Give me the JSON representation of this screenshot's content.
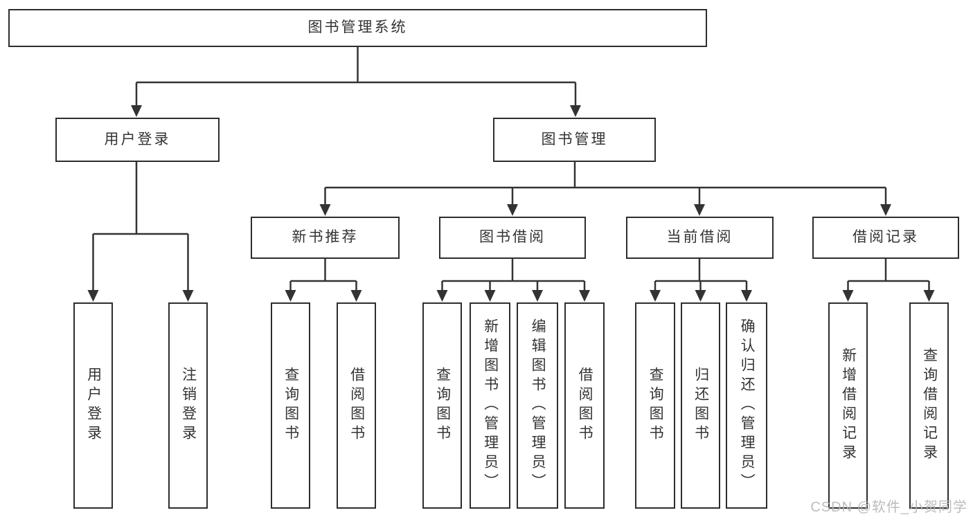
{
  "title": {
    "label": "图书管理系统"
  },
  "level1": [
    {
      "label": "用户登录",
      "children": [
        {
          "label": "用户登录"
        },
        {
          "label": "注销登录"
        }
      ]
    },
    {
      "label": "图书管理",
      "children": [
        {
          "label": "新书推荐",
          "children": [
            {
              "label": "查询图书"
            },
            {
              "label": "借阅图书"
            }
          ]
        },
        {
          "label": "图书借阅",
          "children": [
            {
              "label": "查询图书"
            },
            {
              "label": "新增图书（管理员）"
            },
            {
              "label": "编辑图书（管理员）"
            },
            {
              "label": "借阅图书"
            }
          ]
        },
        {
          "label": "当前借阅",
          "children": [
            {
              "label": "查询图书"
            },
            {
              "label": "归还图书"
            },
            {
              "label": "确认归还（管理员）"
            }
          ]
        },
        {
          "label": "借阅记录",
          "children": [
            {
              "label": "新增借阅记录"
            },
            {
              "label": "查询借阅记录"
            }
          ]
        }
      ]
    }
  ],
  "watermark": {
    "text": "CSDN @软件_小贺同学"
  },
  "colors": {
    "line": "#333333",
    "box_border": "#2d2d2d",
    "text": "#333333",
    "watermark": "#b5b5b5",
    "background": "#ffffff"
  }
}
